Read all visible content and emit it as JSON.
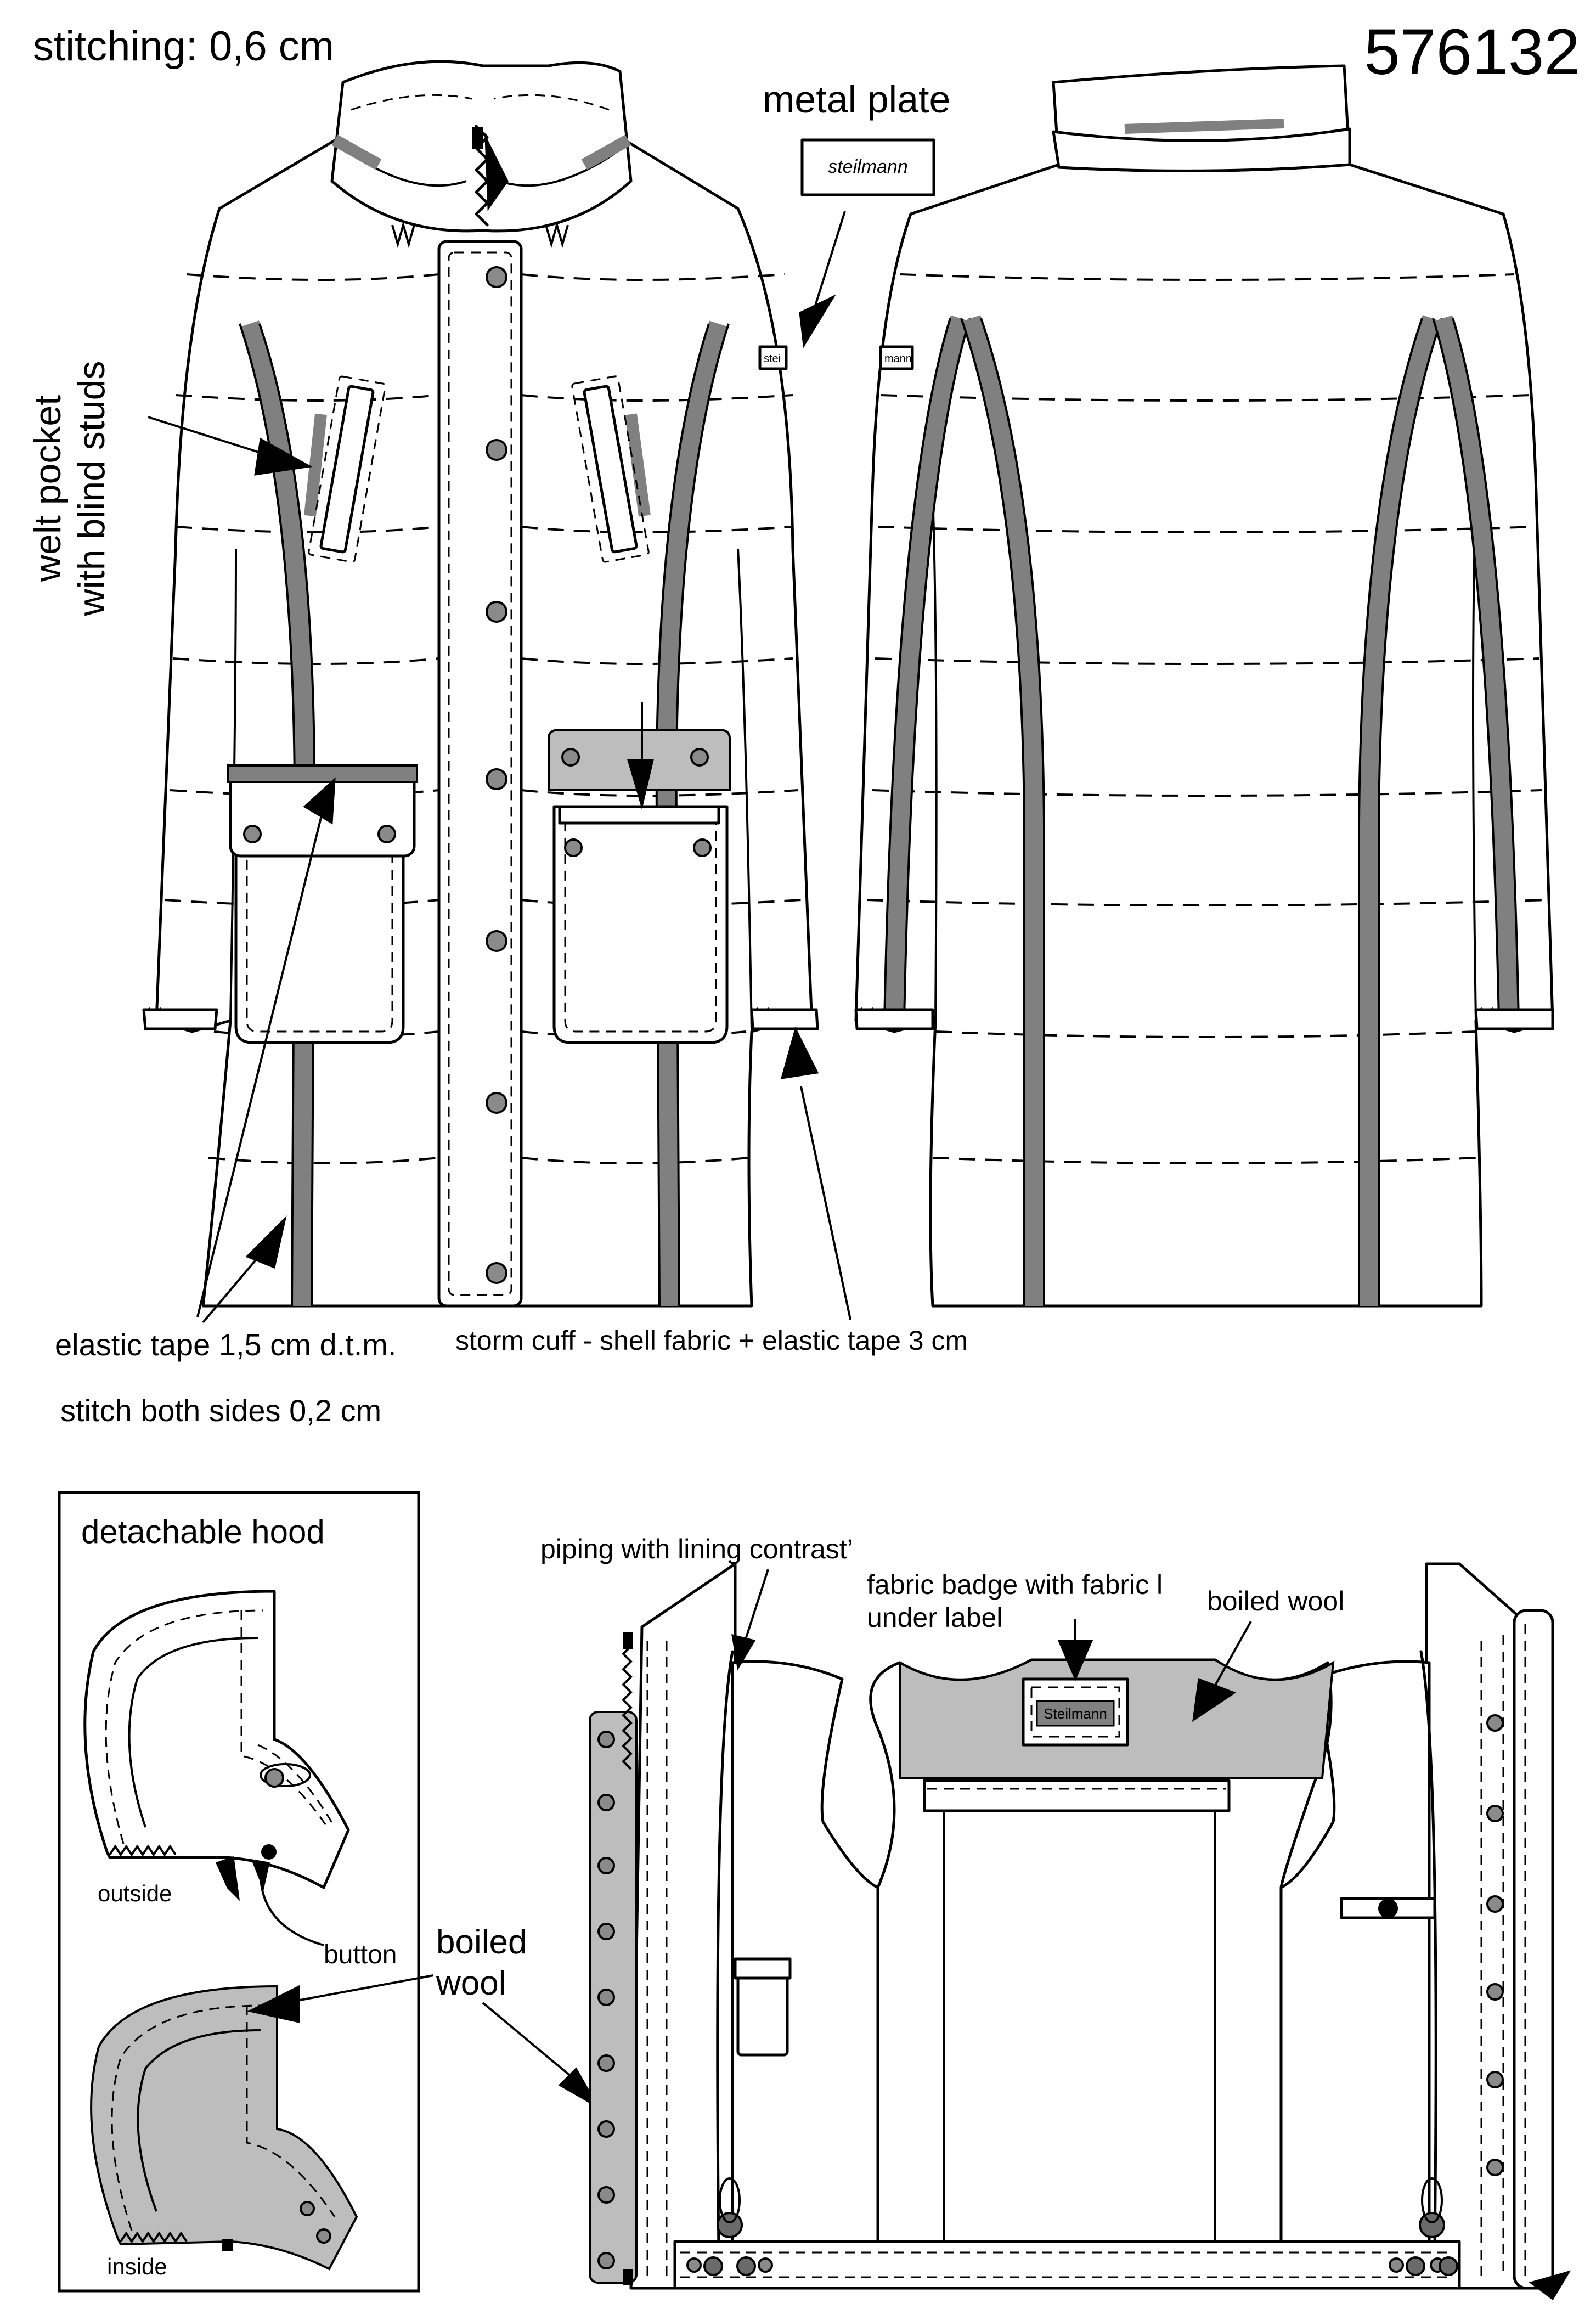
{
  "header": {
    "stitching": "stitching: 0,6 cm",
    "style_number": "576132"
  },
  "labels": {
    "metal_plate": "metal plate",
    "plate_text": "steilmann",
    "welt_pocket_line1": "welt pocket",
    "welt_pocket_line2": "with blind studs",
    "elastic_tape": "elastic tape 1,5 cm d.t.m.",
    "stitch_both_sides": "stitch both sides 0,2 cm",
    "storm_cuff": "storm cuff - shell fabric + elastic tape 3 cm",
    "sleeve_label_front": "stei",
    "sleeve_label_back": "mann"
  },
  "hood": {
    "title": "detachable hood",
    "outside": "outside",
    "button": "button",
    "inside": "inside"
  },
  "lining": {
    "boiled_wool_line1": "boiled",
    "boiled_wool_line2": "wool",
    "piping": "piping with lining contrast’",
    "badge_line1": "fabric badge with fabric l",
    "badge_line2": "under label",
    "boiled_wool": "boiled wool",
    "badge_text": "Steilmann"
  },
  "colors": {
    "tape": "#808080",
    "boiled_wool": "#bdbdbd",
    "line": "#000000",
    "background": "#ffffff"
  }
}
